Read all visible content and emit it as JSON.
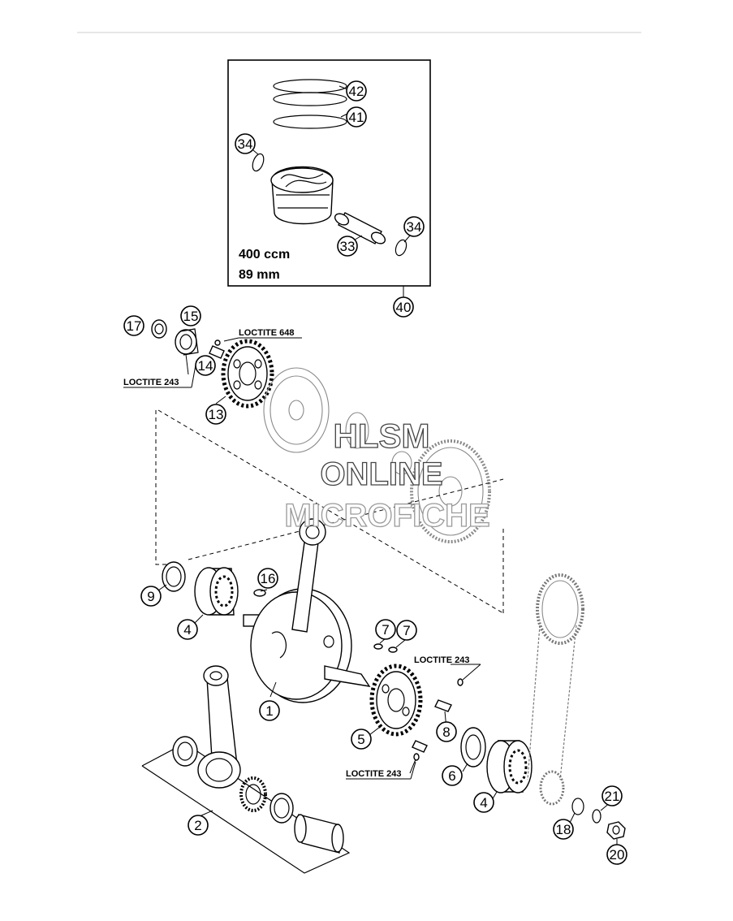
{
  "piston_box": {
    "spec_displacement": "400 ccm",
    "spec_bore": "89 mm",
    "assembly_callout": "40"
  },
  "callouts": [
    {
      "id": "42"
    },
    {
      "id": "41"
    },
    {
      "id": "34a",
      "label": "34"
    },
    {
      "id": "34b",
      "label": "34"
    },
    {
      "id": "33"
    },
    {
      "id": "40"
    },
    {
      "id": "17"
    },
    {
      "id": "15"
    },
    {
      "id": "14"
    },
    {
      "id": "13"
    },
    {
      "id": "16"
    },
    {
      "id": "9"
    },
    {
      "id": "4a",
      "label": "4"
    },
    {
      "id": "1"
    },
    {
      "id": "7a",
      "label": "7"
    },
    {
      "id": "7b",
      "label": "7"
    },
    {
      "id": "8"
    },
    {
      "id": "5"
    },
    {
      "id": "6"
    },
    {
      "id": "4b",
      "label": "4"
    },
    {
      "id": "2"
    },
    {
      "id": "21"
    },
    {
      "id": "18"
    },
    {
      "id": "20"
    }
  ],
  "labels": {
    "loctite_648": "LOCTITE 648",
    "loctite_243_left": "LOCTITE 243",
    "loctite_243_right_top": "LOCTITE 243",
    "loctite_243_right_bottom": "LOCTITE 243"
  },
  "watermark": {
    "line1": "HLSM",
    "line2": "ONLINE",
    "line3": "MICROFICHE"
  }
}
